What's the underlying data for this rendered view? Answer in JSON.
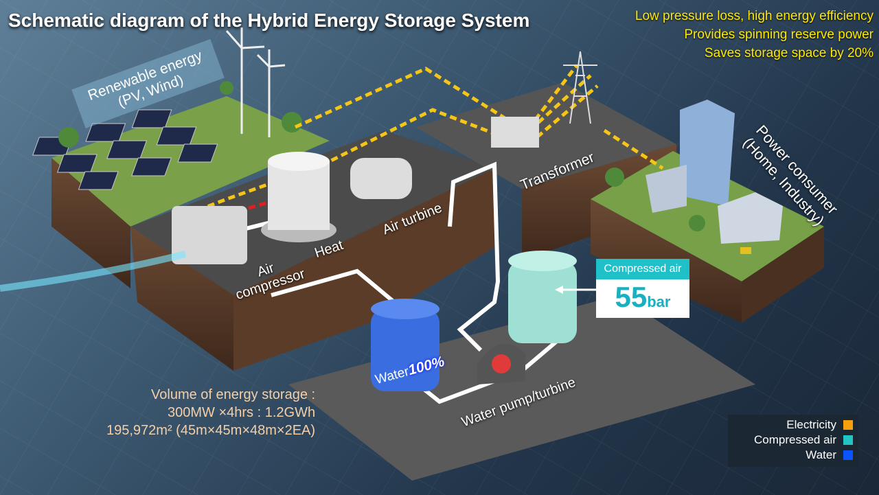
{
  "title": "Schematic diagram of the Hybrid Energy Storage System",
  "features": [
    "Low pressure loss, high energy efficiency",
    "Provides spinning reserve power",
    "Saves storage space by 20%"
  ],
  "labels": {
    "renewable_line1": "Renewable energy",
    "renewable_line2": "(PV, Wind)",
    "air_compressor_line1": "Air",
    "air_compressor_line2": "compressor",
    "heat": "Heat",
    "air_turbine": "Air turbine",
    "transformer": "Transformer",
    "power_line1": "Power consumer",
    "power_line2": "(Home, Industry)",
    "water_pump": "Water pump/turbine",
    "water_tank": "Water",
    "water_percent": "100%"
  },
  "compressed_air": {
    "label": "Compressed air",
    "value": "55",
    "unit": "bar"
  },
  "volume": {
    "line1": "Volume of energy storage :",
    "line2": "300MW ×4hrs : 1.2GWh",
    "line3": "195,972m² (45m×45m×48m×2EA)"
  },
  "legend": [
    {
      "label": "Electricity",
      "color": "#f5a00c"
    },
    {
      "label": "Compressed air",
      "color": "#22c4c4"
    },
    {
      "label": "Water",
      "color": "#0a55ff"
    }
  ]
}
